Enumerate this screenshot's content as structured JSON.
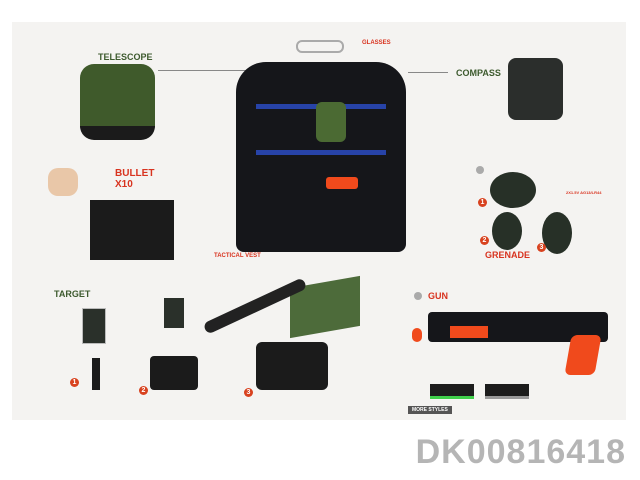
{
  "labels": {
    "telescope": "TELESCOPE",
    "glasses": "GLASSES",
    "compass": "COMPASS",
    "bullet": "BULLET X10",
    "tactical_vest": "TACTICAL VEST",
    "grenade": "GRENADE",
    "gun": "GUN",
    "target": "TARGET",
    "more_styles": "MORE STYLES",
    "battery": "2X1.5V AG13/LR44"
  },
  "step_numbers": [
    "1",
    "2",
    "3"
  ],
  "product_code": "DK00816418",
  "colors": {
    "accent": "#d8331f",
    "label_green": "#3d5a2e",
    "vest": "#15161a",
    "orange": "#f04a1c"
  }
}
